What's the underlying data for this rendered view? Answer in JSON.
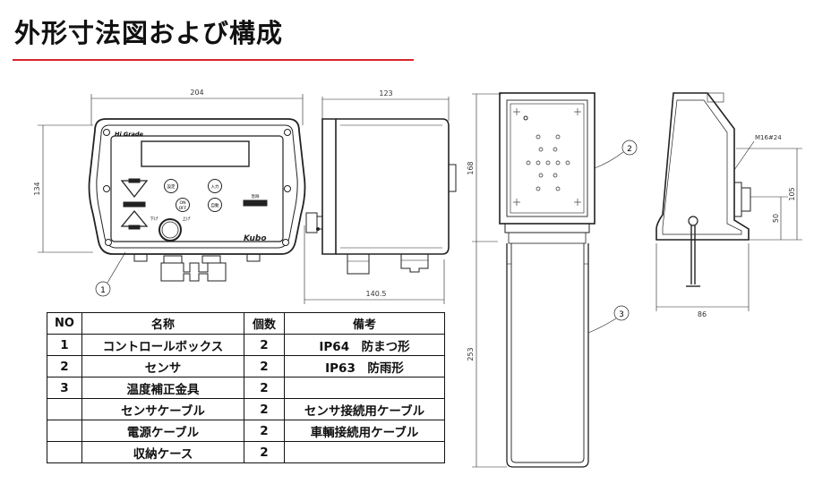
{
  "page": {
    "title": "外形寸法図および構成"
  },
  "drawing": {
    "dims": {
      "front_width": "204",
      "front_height": "134",
      "side_top": "123",
      "side_bottom": "140.5",
      "back_height": "168",
      "bracket_height": "253",
      "right_thread": "M16#24",
      "right_h1": "105",
      "right_h2": "50",
      "right_w": "86"
    },
    "callouts": [
      "1",
      "2",
      "3"
    ],
    "panel": {
      "brand": "Hi Grade",
      "logo": "Kubo",
      "btn_a": "設定",
      "btn_b": "入力",
      "btn_on": "ON",
      "btn_off": "OFF",
      "btn_c": "自動",
      "btn_d": "急除",
      "label_down": "下げ",
      "label_up": "上げ"
    }
  },
  "table": {
    "headers": [
      "NO",
      "名称",
      "個数",
      "備考"
    ],
    "rows": [
      {
        "no": "1",
        "name": "コントロールボックス",
        "qty": "2",
        "note": "IP64　防まつ形"
      },
      {
        "no": "2",
        "name": "センサ",
        "qty": "2",
        "note": "IP63　防雨形"
      },
      {
        "no": "3",
        "name": "温度補正金具",
        "qty": "2",
        "note": ""
      },
      {
        "no": "",
        "name": "センサケーブル",
        "qty": "2",
        "note": "センサ接続用ケーブル"
      },
      {
        "no": "",
        "name": "電源ケーブル",
        "qty": "2",
        "note": "車輌接続用ケーブル"
      },
      {
        "no": "",
        "name": "収納ケース",
        "qty": "2",
        "note": ""
      }
    ]
  }
}
